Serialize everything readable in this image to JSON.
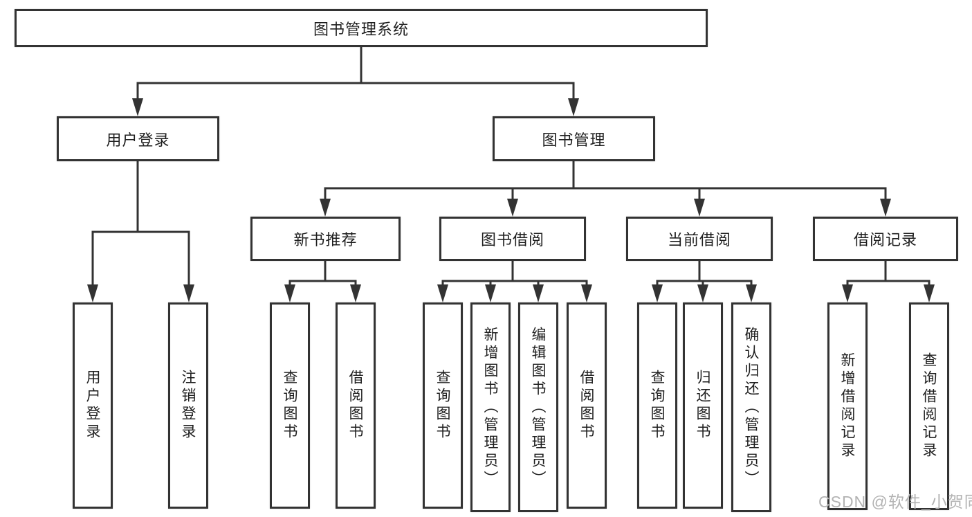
{
  "diagram_title": "图书管理系统",
  "tree": {
    "label": "图书管理系统",
    "children": [
      {
        "label": "用户登录",
        "children": [
          {
            "label": "用户登录"
          },
          {
            "label": "注销登录"
          }
        ]
      },
      {
        "label": "图书管理",
        "children": [
          {
            "label": "新书推荐",
            "children": [
              {
                "label": "查询图书"
              },
              {
                "label": "借阅图书"
              }
            ]
          },
          {
            "label": "图书借阅",
            "children": [
              {
                "label": "查询图书"
              },
              {
                "label": "新增图书（管理员）"
              },
              {
                "label": "编辑图书（管理员）"
              },
              {
                "label": "借阅图书"
              }
            ]
          },
          {
            "label": "当前借阅",
            "children": [
              {
                "label": "查询图书"
              },
              {
                "label": "归还图书"
              },
              {
                "label": "确认归还（管理员）"
              }
            ]
          },
          {
            "label": "借阅记录",
            "children": [
              {
                "label": "新增借阅记录"
              },
              {
                "label": "查询借阅记录"
              }
            ]
          }
        ]
      }
    ]
  },
  "watermark": "CSDN @软件_小贺同学",
  "colors": {
    "line": "#333333",
    "box_border": "#333333",
    "text": "#1f1f1f",
    "background": "#ffffff",
    "watermark": "#b3b3b3"
  }
}
